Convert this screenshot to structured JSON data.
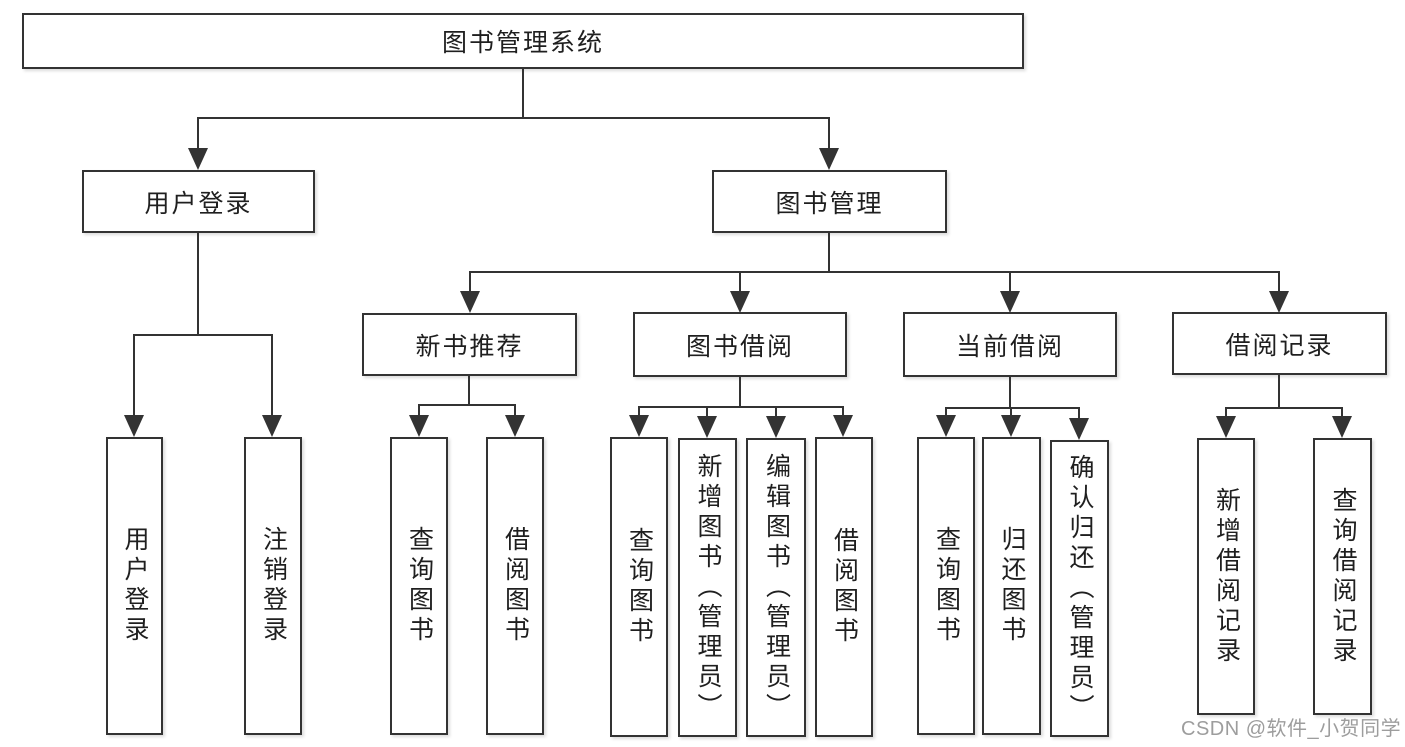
{
  "diagram": {
    "title": "图书管理系统",
    "watermark": "CSDN @软件_小贺同学",
    "colors": {
      "line": "#333333",
      "box_border": "#333333",
      "text": "#1f1f1f",
      "background": "#ffffff",
      "watermark": "#8c8c8c"
    },
    "tree": {
      "label": "图书管理系统",
      "children": [
        {
          "label": "用户登录",
          "children": [
            {
              "label": "用户登录"
            },
            {
              "label": "注销登录"
            }
          ]
        },
        {
          "label": "图书管理",
          "children": [
            {
              "label": "新书推荐",
              "children": [
                {
                  "label": "查询图书"
                },
                {
                  "label": "借阅图书"
                }
              ]
            },
            {
              "label": "图书借阅",
              "children": [
                {
                  "label": "查询图书"
                },
                {
                  "label": "新增图书（管理员）"
                },
                {
                  "label": "编辑图书（管理员）"
                },
                {
                  "label": "借阅图书"
                }
              ]
            },
            {
              "label": "当前借阅",
              "children": [
                {
                  "label": "查询图书"
                },
                {
                  "label": "归还图书"
                },
                {
                  "label": "确认归还（管理员）"
                }
              ]
            },
            {
              "label": "借阅记录",
              "children": [
                {
                  "label": "新增借阅记录"
                },
                {
                  "label": "查询借阅记录"
                }
              ]
            }
          ]
        }
      ]
    }
  }
}
